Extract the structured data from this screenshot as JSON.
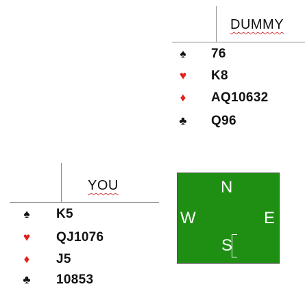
{
  "colors": {
    "red_suit": "#e0201c",
    "black_suit": "#111111",
    "compass_bg": "#1f8f14",
    "compass_text": "#ffffff"
  },
  "dummy": {
    "header": "DUMMY",
    "rows": [
      {
        "suit": "♠",
        "suit_name": "spades-icon",
        "cards": "76"
      },
      {
        "suit": "♥",
        "suit_name": "hearts-icon",
        "cards": "K8"
      },
      {
        "suit": "♦",
        "suit_name": "diamonds-icon",
        "cards": "AQ10632"
      },
      {
        "suit": "♣",
        "suit_name": "clubs-icon",
        "cards": "Q96"
      }
    ]
  },
  "you": {
    "header": "YOU",
    "rows": [
      {
        "suit": "♠",
        "suit_name": "spades-icon",
        "cards": "K5"
      },
      {
        "suit": "♥",
        "suit_name": "hearts-icon",
        "cards": "QJ1076"
      },
      {
        "suit": "♦",
        "suit_name": "diamonds-icon",
        "cards": "J5"
      },
      {
        "suit": "♣",
        "suit_name": "clubs-icon",
        "cards": "10853"
      }
    ]
  },
  "compass": {
    "north": "N",
    "west": "W",
    "east": "E",
    "south": "S"
  }
}
